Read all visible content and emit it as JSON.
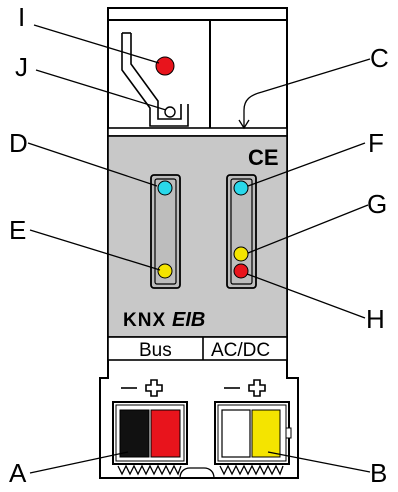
{
  "callouts": {
    "A": "A",
    "B": "B",
    "C": "C",
    "D": "D",
    "E": "E",
    "F": "F",
    "G": "G",
    "H": "H",
    "I": "I",
    "J": "J"
  },
  "panel": {
    "ce_mark": "CE",
    "knx_logo": "KNX",
    "eib_logo": "EIB",
    "bus_label": "Bus",
    "acdc_label": "AC/DC"
  },
  "colors": {
    "red": "#e8141c",
    "cyan": "#29d8ea",
    "yellow": "#f4e400",
    "black": "#111111",
    "white": "#ffffff",
    "panel_gray": "#c8c8c8"
  },
  "leds": [
    {
      "id": "D",
      "color": "cyan"
    },
    {
      "id": "E",
      "color": "yellow"
    },
    {
      "id": "F",
      "color": "cyan"
    },
    {
      "id": "G",
      "color": "yellow"
    },
    {
      "id": "H",
      "color": "red"
    },
    {
      "id": "I",
      "color": "red"
    }
  ],
  "terminals": [
    {
      "id": "A",
      "minus_color": "black",
      "plus_color": "red"
    },
    {
      "id": "B",
      "minus_color": "white",
      "plus_color": "yellow"
    }
  ]
}
